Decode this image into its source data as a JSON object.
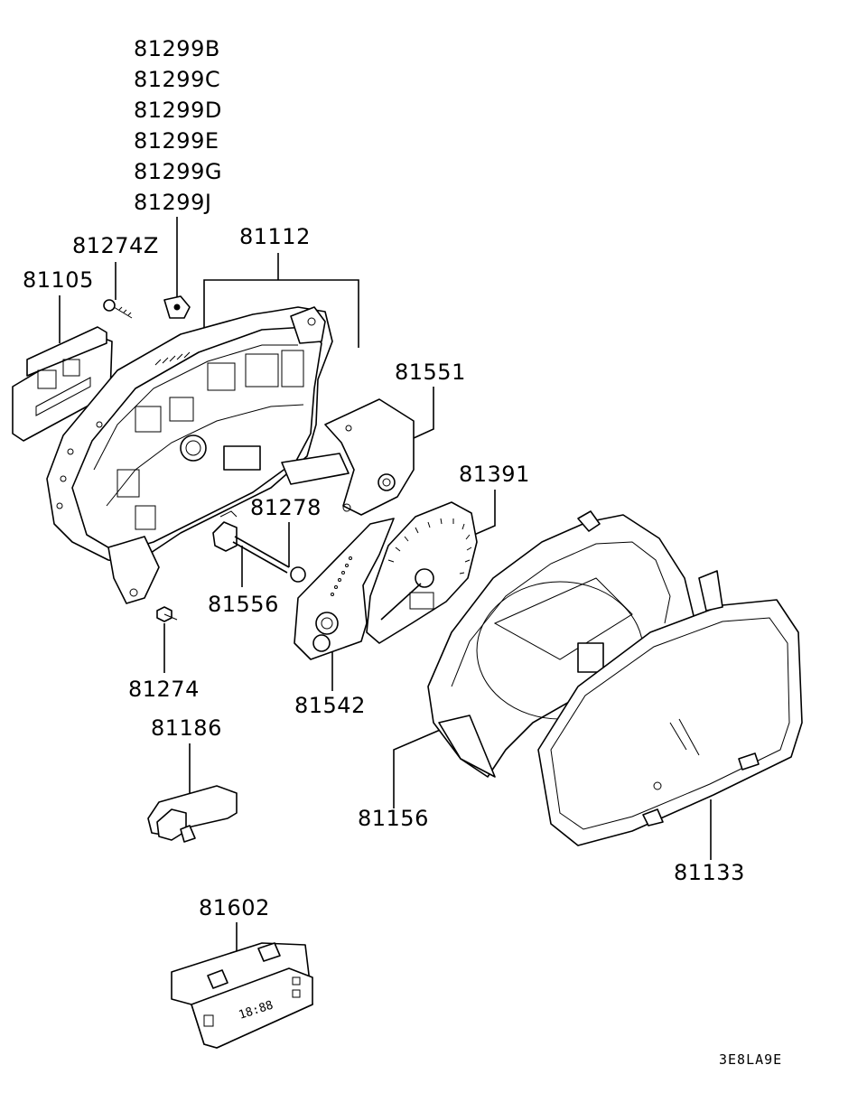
{
  "callouts": {
    "p81299B": "81299B",
    "p81299C": "81299C",
    "p81299D": "81299D",
    "p81299E": "81299E",
    "p81299G": "81299G",
    "p81299J": "81299J",
    "p81274Z": "81274Z",
    "p81105": "81105",
    "p81112": "81112",
    "p81551": "81551",
    "p81391": "81391",
    "p81278": "81278",
    "p81556": "81556",
    "p81274": "81274",
    "p81542": "81542",
    "p81186": "81186",
    "p81156": "81156",
    "p81133": "81133",
    "p81602": "81602"
  },
  "diagram_code": "3E8LA9E",
  "clock_display": "18:88"
}
